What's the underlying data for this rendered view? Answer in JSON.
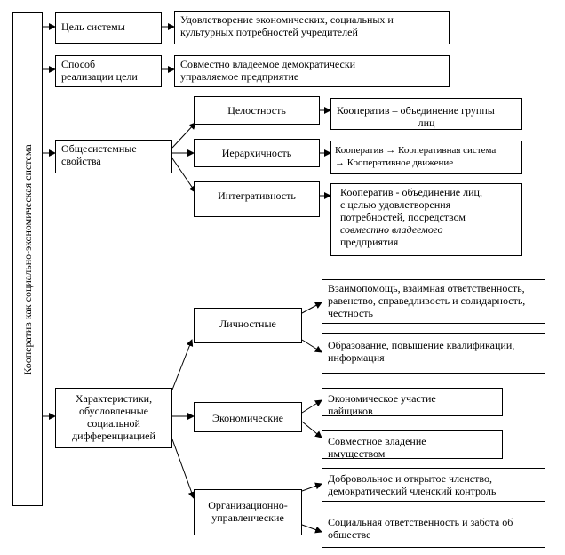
{
  "diagram": {
    "root_label": "Кооператив как социально-экономическая система",
    "rows": {
      "goal": {
        "label": "Цель системы",
        "value": [
          "Удовлетворение экономических, социальных и",
          "культурных потребностей учредителей"
        ]
      },
      "method": {
        "label": [
          "Способ",
          "реализации цели"
        ],
        "value": [
          "Совместно владеемое демократически",
          "управляемое предприятие"
        ]
      },
      "properties": {
        "label": [
          "Общесистемные",
          "свойства"
        ],
        "children": [
          {
            "label": "Целостность",
            "value": [
              "Кооператив – объединение группы",
              "лиц"
            ]
          },
          {
            "label": "Иерархичность",
            "value": [
              "Кооператив → Кооперативная система",
              "→ Кооперативное движение"
            ]
          },
          {
            "label": "Интегративность",
            "value": [
              "Кооператив  - объединение лиц,",
              "с целью удовлетворения",
              "потребностей, посредством",
              "совместно владеемого",
              "предприятия"
            ]
          }
        ]
      },
      "characteristics": {
        "label": [
          "Характеристики,",
          "обусловленные",
          "социальной",
          "дифференциацией"
        ],
        "children": [
          {
            "label": "Личностные",
            "values": [
              [
                "Взаимопомощь, взаимная ответственность,",
                "равенство, справедливость и солидарность,",
                "честность"
              ],
              [
                "Образование, повышение квалификации,",
                "информация"
              ]
            ]
          },
          {
            "label": "Экономические",
            "values": [
              [
                "Экономическое участие",
                "пайщиков"
              ],
              [
                "Совместное владение",
                "имуществом"
              ]
            ]
          },
          {
            "label": [
              "Организационно-",
              "управленческие"
            ],
            "values": [
              [
                "Добровольное и открытое членство,",
                "демократический членский контроль"
              ],
              [
                "Социальная ответственность и забота об",
                "обществе"
              ]
            ]
          }
        ]
      }
    }
  }
}
